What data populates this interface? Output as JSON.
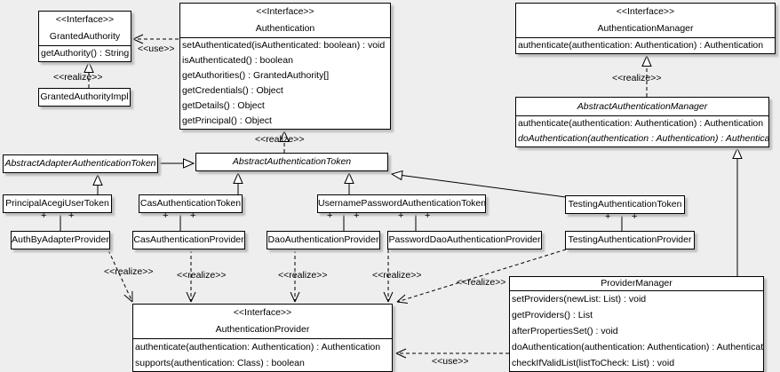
{
  "edge_labels": {
    "realize": "<<realize>>",
    "use": "<<use>>",
    "plus": "+"
  },
  "colors": {
    "background": "#eeeeee",
    "box_fill": "#ffffff",
    "line": "#000000",
    "shadow": "#bdbdbd"
  },
  "classes": {
    "granted_authority": {
      "stereotype": "<<Interface>>",
      "name": "GrantedAuthority",
      "methods": [
        "getAuthority() : String"
      ]
    },
    "granted_authority_impl": {
      "name": "GrantedAuthorityImpl"
    },
    "authentication": {
      "stereotype": "<<Interface>>",
      "name": "Authentication",
      "methods": [
        "setAuthenticated(isAuthenticated: boolean) : void",
        "isAuthenticated() : boolean",
        "getAuthorities() : GrantedAuthority[]",
        "getCredentials() : Object",
        "getDetails() : Object",
        "getPrincipal() : Object"
      ]
    },
    "authentication_manager": {
      "stereotype": "<<Interface>>",
      "name": "AuthenticationManager",
      "methods": [
        "authenticate(authentication: Authentication) : Authentication"
      ]
    },
    "abstract_authentication_manager": {
      "name": "AbstractAuthenticationManager",
      "methods": [
        "authenticate(authentication: Authentication) : Authentication",
        "doAuthentication(authentication : Authentication) : Authentication"
      ]
    },
    "abstract_adapter_authentication_token": {
      "name": "AbstractAdapterAuthenticationToken"
    },
    "abstract_authentication_token": {
      "name": "AbstractAuthenticationToken"
    },
    "principal_acegi_user_token": {
      "name": "PrincipalAcegiUserToken"
    },
    "auth_by_adapter_provider": {
      "name": "AuthByAdapterProvider"
    },
    "cas_authentication_token": {
      "name": "CasAuthenticationToken"
    },
    "cas_authentication_provider": {
      "name": "CasAuthenticationProvider"
    },
    "username_password_authentication_token": {
      "name": "UsernamePasswordAuthenticationToken"
    },
    "dao_authentication_provider": {
      "name": "DaoAuthenticationProvider"
    },
    "password_dao_authentication_provider": {
      "name": "PasswordDaoAuthenticationProvider"
    },
    "testing_authentication_token": {
      "name": "TestingAuthenticationToken"
    },
    "testing_authentication_provider": {
      "name": "TestingAuthenticationProvider"
    },
    "authentication_provider": {
      "stereotype": "<<Interface>>",
      "name": "AuthenticationProvider",
      "methods": [
        "authenticate(authentication: Authentication) : Authentication",
        "supports(authentication: Class) : boolean"
      ]
    },
    "provider_manager": {
      "name": "ProviderManager",
      "methods": [
        "setProviders(newList: List) : void",
        "getProviders() : List",
        "afterPropertiesSet() : void",
        "doAuthentication(authentication: Authentication) : Authentication",
        "checkIfValidList(listToCheck: List) : void"
      ]
    }
  }
}
